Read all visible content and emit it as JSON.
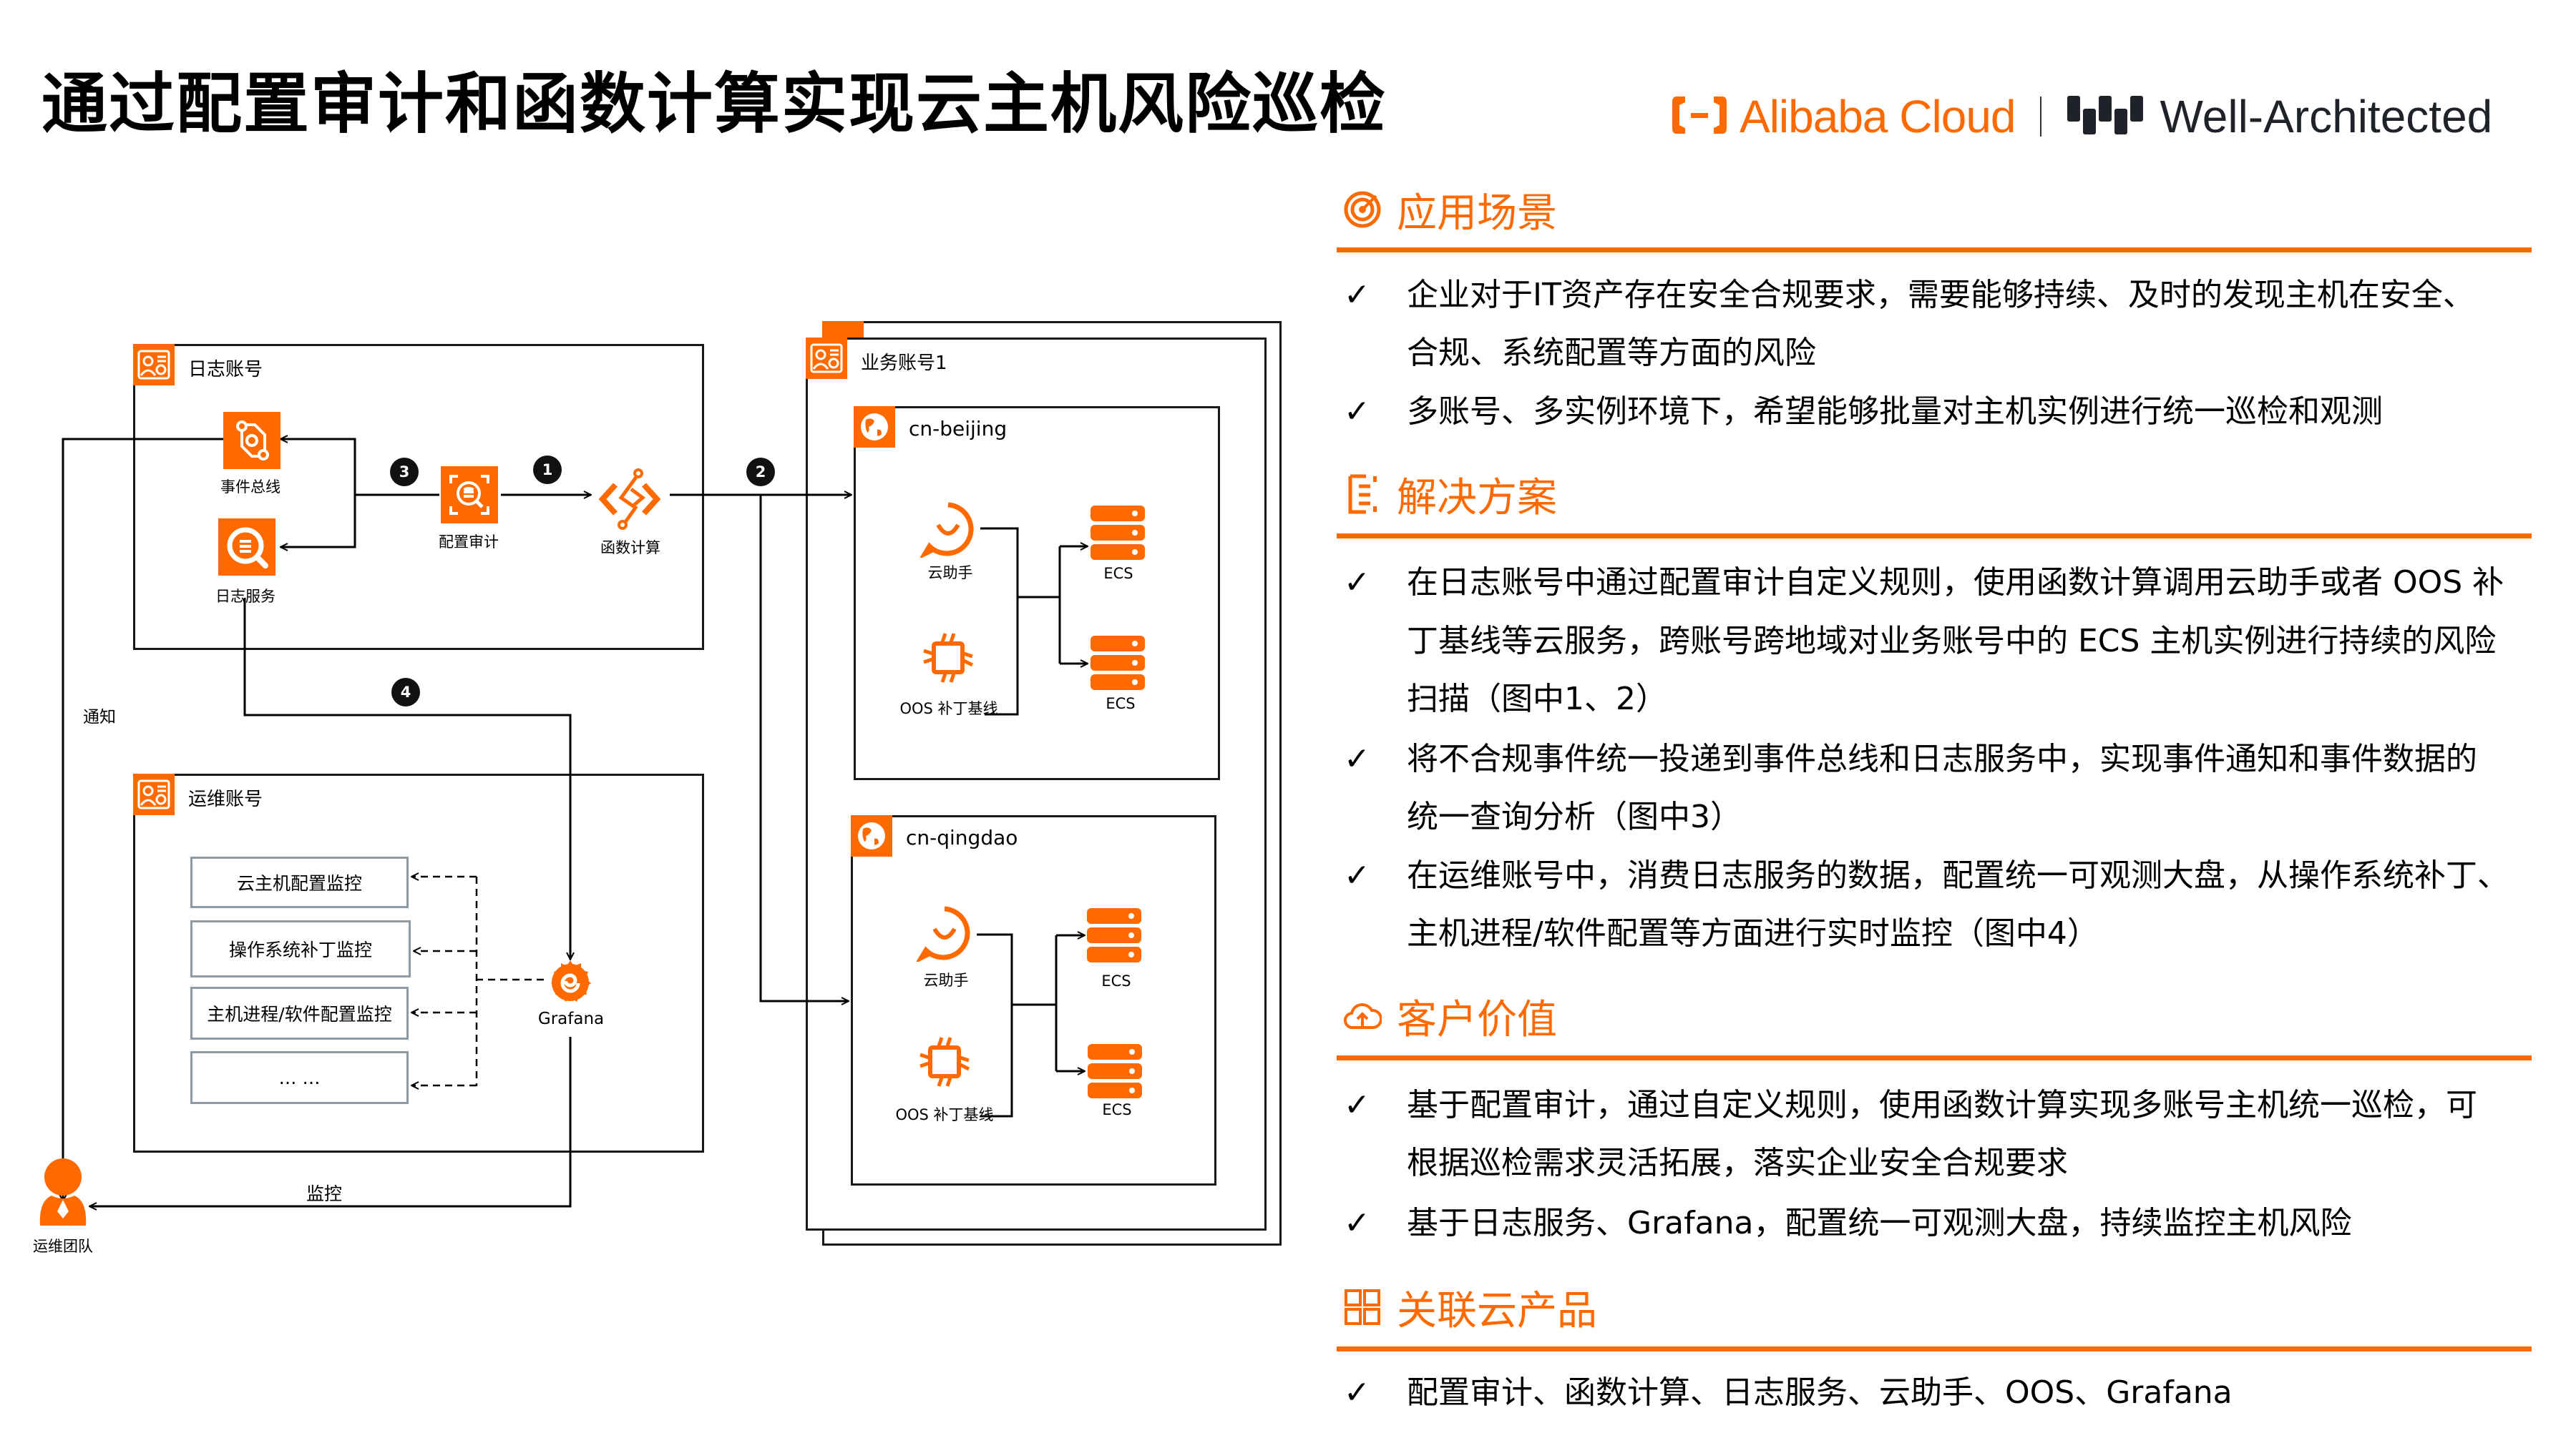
{
  "header": {
    "title": "通过配置审计和函数计算实现云主机风险巡检",
    "brand_left": "Alibaba Cloud",
    "brand_right": "Well-Architected",
    "colors": {
      "accent": "#ff6a00",
      "dark": "#1f2329"
    }
  },
  "diagram": {
    "log_account": {
      "label": "日志账号",
      "event_bus": "事件总线",
      "log_service": "日志服务",
      "config_audit": "配置审计",
      "function_compute": "函数计算"
    },
    "biz_account": {
      "label": "业务账号1",
      "regions": [
        {
          "name": "cn-beijing",
          "cloud_assistant": "云助手",
          "oos": "OOS 补丁基线",
          "ecs": [
            "ECS",
            "ECS"
          ]
        },
        {
          "name": "cn-qingdao",
          "cloud_assistant": "云助手",
          "oos": "OOS 补丁基线",
          "ecs": [
            "ECS",
            "ECS"
          ]
        }
      ]
    },
    "ops_account": {
      "label": "运维账号",
      "monitors": [
        "云主机配置监控",
        "操作系统补丁监控",
        "主机进程/软件配置监控",
        "… …"
      ],
      "grafana": "Grafana"
    },
    "ops_team": "运维团队",
    "notify_label": "通知",
    "monitor_label": "监控",
    "steps": [
      "1",
      "2",
      "3",
      "4"
    ]
  },
  "panel": {
    "sections": [
      {
        "title": "应用场景",
        "icon": "target-icon",
        "bullets": [
          [
            "企业对于IT资产存在安全合规要求，需要能够持续、及时的发现主机在安全、",
            "合规、系统配置等方面的风险"
          ],
          [
            "多账号、多实例环境下，希望能够批量对主机实例进行统一巡检和观测"
          ]
        ]
      },
      {
        "title": "解决方案",
        "icon": "document-list-icon",
        "bullets": [
          [
            "在日志账号中通过配置审计自定义规则，使用函数计算调用云助手或者 OOS 补",
            "丁基线等云服务，跨账号跨地域对业务账号中的 ECS 主机实例进行持续的风险",
            "扫描（图中1、2）"
          ],
          [
            "将不合规事件统一投递到事件总线和日志服务中，实现事件通知和事件数据的",
            "统一查询分析（图中3）"
          ],
          [
            "在运维账号中，消费日志服务的数据，配置统一可观测大盘，从操作系统补丁、",
            "主机进程/软件配置等方面进行实时监控（图中4）"
          ]
        ]
      },
      {
        "title": "客户价值",
        "icon": "cloud-upload-icon",
        "bullets": [
          [
            "基于配置审计，通过自定义规则，使用函数计算实现多账号主机统一巡检，可",
            "根据巡检需求灵活拓展，落实企业安全合规要求"
          ],
          [
            "基于日志服务、Grafana，配置统一可观测大盘，持续监控主机风险"
          ]
        ]
      },
      {
        "title": "关联云产品",
        "icon": "grid-icon",
        "bullets": [
          [
            "配置审计、函数计算、日志服务、云助手、OOS、Grafana"
          ]
        ]
      }
    ],
    "check": "✓"
  }
}
